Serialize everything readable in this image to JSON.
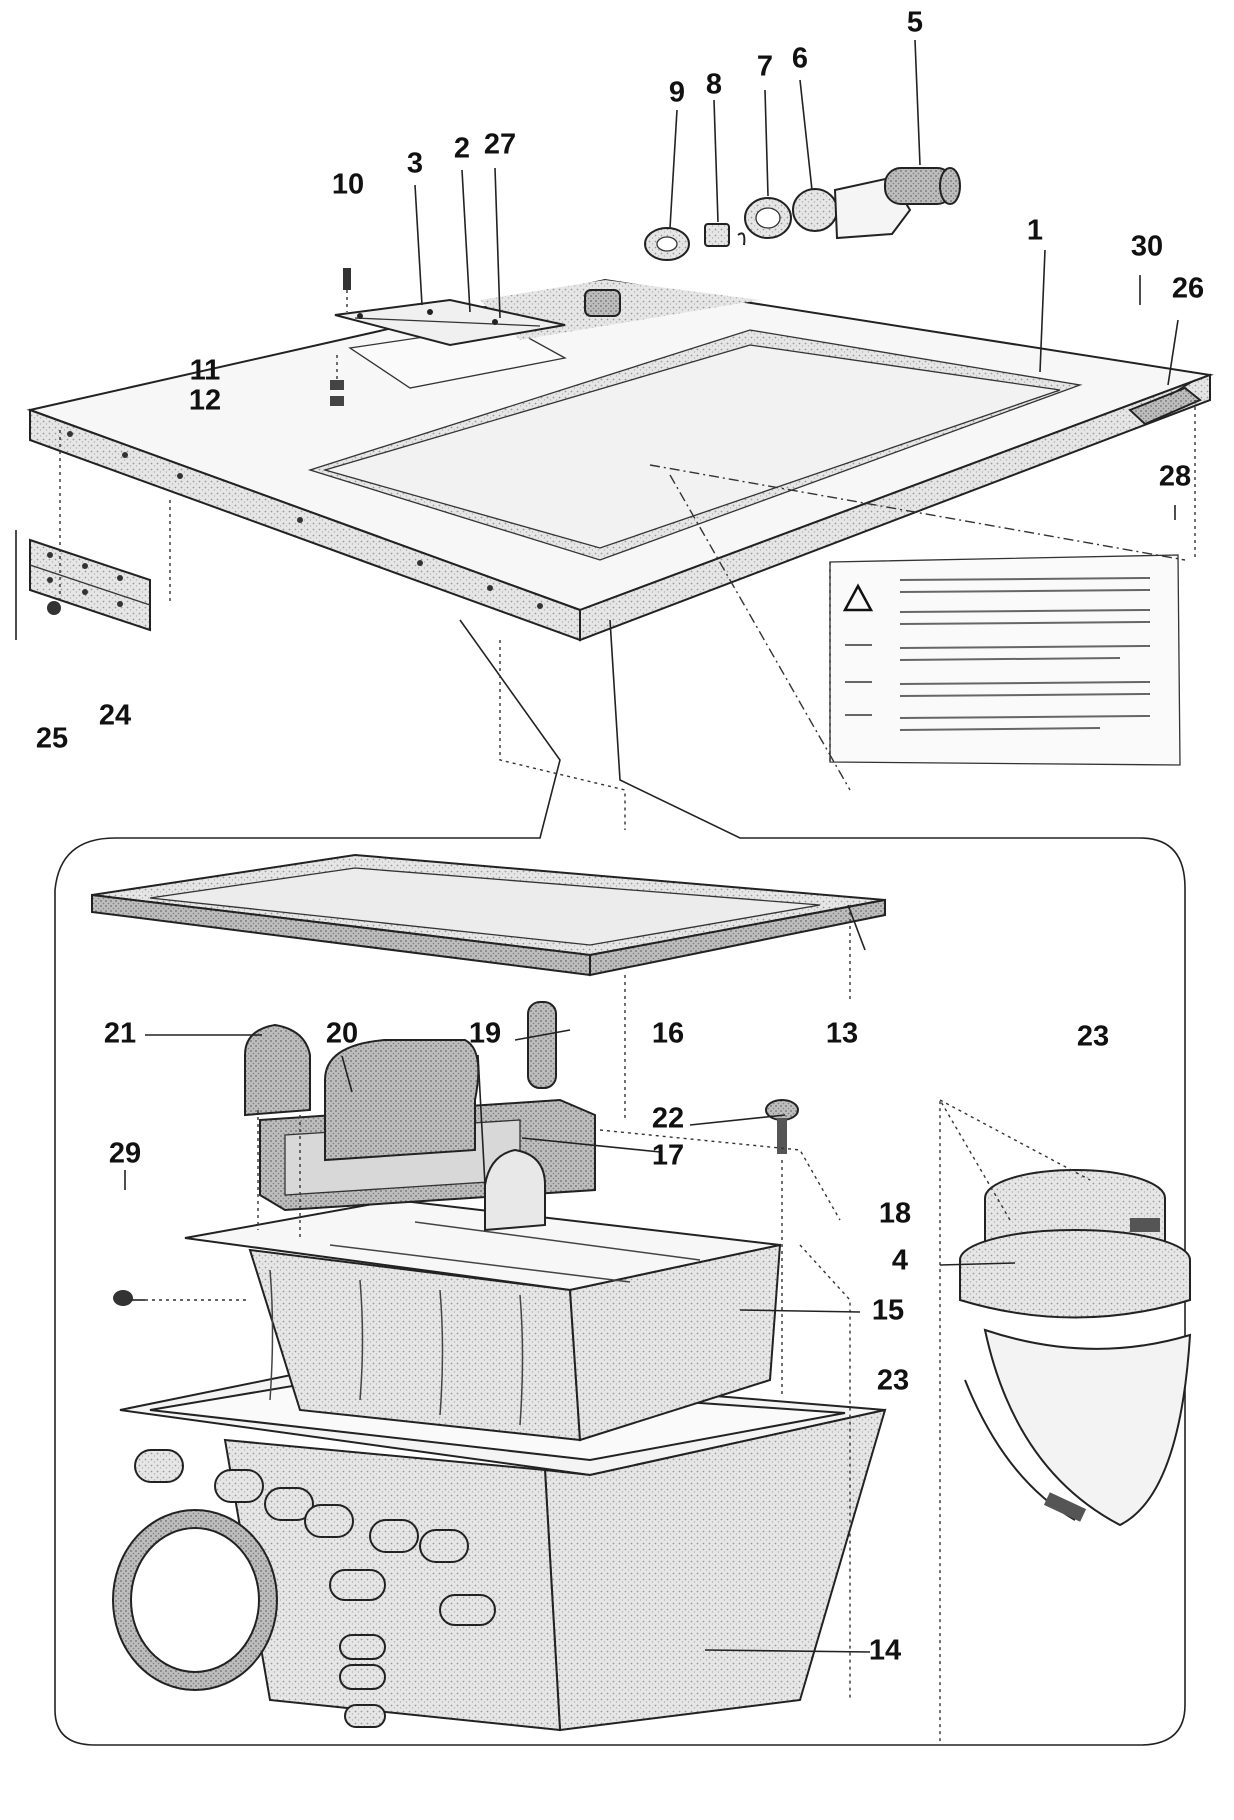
{
  "diagram": {
    "callouts": {
      "c1": "1",
      "c2": "2",
      "c3": "3",
      "c4": "4",
      "c5": "5",
      "c6": "6",
      "c7": "7",
      "c8": "8",
      "c9": "9",
      "c10": "10",
      "c11": "11",
      "c12": "12",
      "c13": "13",
      "c14": "14",
      "c15": "15",
      "c16": "16",
      "c17": "17",
      "c18": "18",
      "c19": "19",
      "c20": "20",
      "c21": "21",
      "c22": "22",
      "c23a": "23",
      "c23b": "23",
      "c24": "24",
      "c25": "25",
      "c26": "26",
      "c27": "27",
      "c28": "28",
      "c29": "29",
      "c30": "30"
    }
  }
}
